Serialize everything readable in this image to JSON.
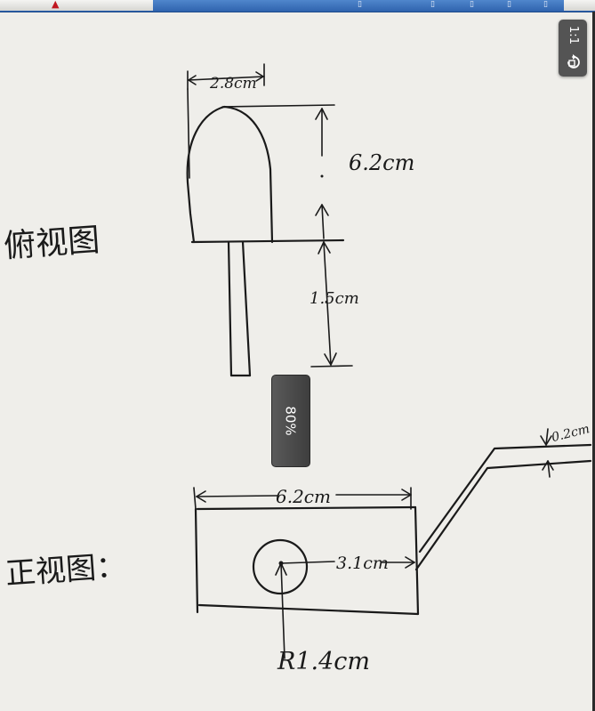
{
  "viewer": {
    "zoom_level": "80%",
    "actual_size_label": "1:1"
  },
  "icons": {
    "rotate": "rotate-icon"
  },
  "colors": {
    "paper": "#efeeea",
    "ink": "#1a1a1a",
    "toolbar": "#464646",
    "taskbar": "#2f63ad"
  },
  "sketch": {
    "top_view": {
      "title": "俯视图",
      "width_label": "2.8cm",
      "height_label": "6.2cm",
      "stem_label": "1.5cm"
    },
    "front_view": {
      "title": "正视图：",
      "width_label": "6.2cm",
      "radius_to_edge_label": "3.1cm",
      "hole_label": "R1.4cm",
      "thickness_label": "0.2cm"
    }
  }
}
